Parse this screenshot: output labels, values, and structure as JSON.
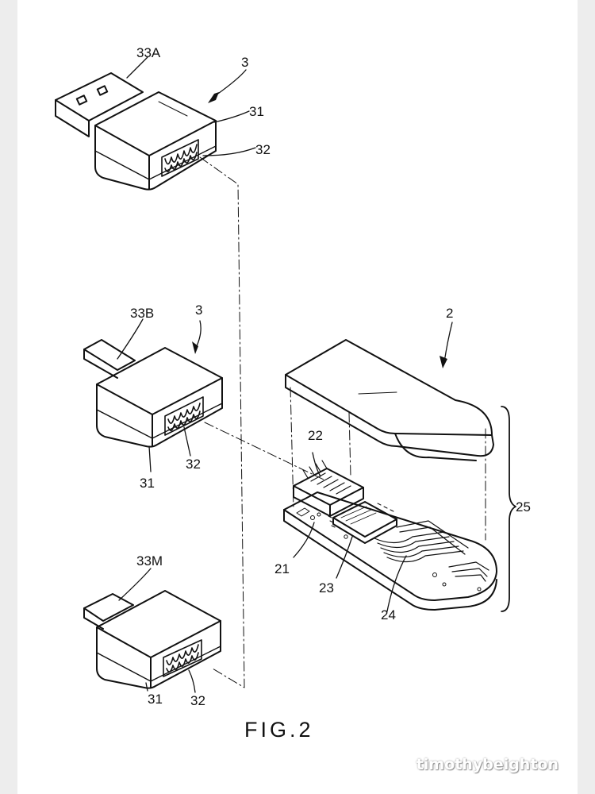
{
  "figure": {
    "caption": "FIG.2",
    "labels": {
      "adapter_a_ref": "3",
      "adapter_a_plug": "33A",
      "adapter_a_housing": "31",
      "adapter_a_socket": "32",
      "adapter_b_ref": "3",
      "adapter_b_plug": "33B",
      "adapter_b_housing": "31",
      "adapter_b_socket": "32",
      "adapter_m_plug": "33M",
      "adapter_m_housing": "31",
      "adapter_m_socket": "32",
      "device_ref": "2",
      "device_connector": "22",
      "device_board": "21",
      "device_chip": "23",
      "device_traces": "24",
      "device_assembly": "25"
    }
  },
  "watermark": "timothybeighton"
}
